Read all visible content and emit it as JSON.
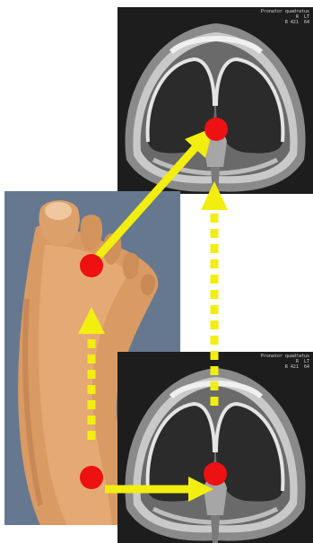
{
  "figure": {
    "top_mri": {
      "caption_lines": [
        "Pronator quadratus",
        "R  LT",
        "R 421  64"
      ]
    },
    "bottom_mri": {
      "caption_lines": [
        "Pronator quadratus",
        "R  LT",
        "R 421  64"
      ]
    },
    "foot_photo": {},
    "colors": {
      "marker": "#ee1111",
      "arrow": "#f2ee10",
      "mri_background": "#1d1d1d",
      "photo_background": "#6d7f96",
      "skin": "#d99a63"
    },
    "icons": [
      "red-dot-marker",
      "solid-arrow",
      "dotted-arrow"
    ]
  }
}
